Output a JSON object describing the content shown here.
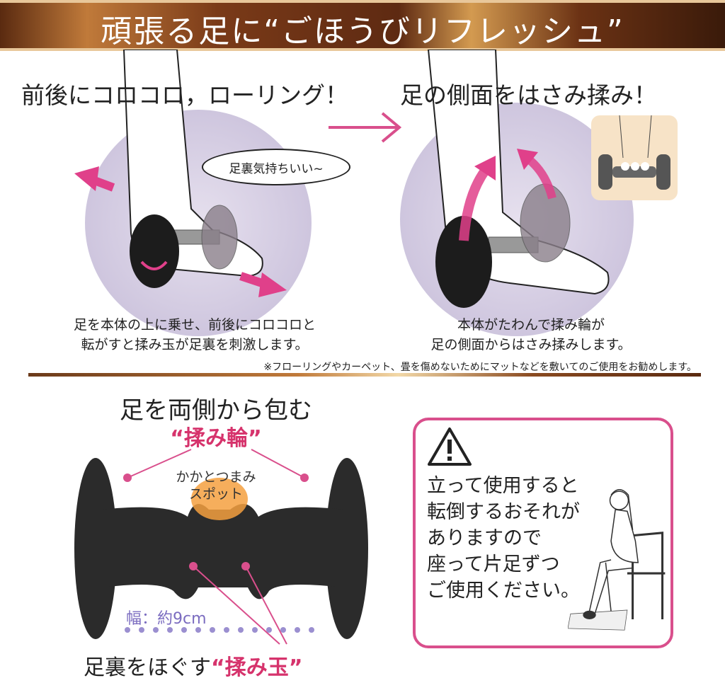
{
  "banner": {
    "title": "頑張る足に“ごほうびリフレッシュ”"
  },
  "left_panel": {
    "headline": "前後にコロコロ，ローリング！",
    "bubble": "足裏気持ちいい~",
    "caption_lines": [
      "足を本体の上に乗せ、前後にコロコロと",
      "転がすと揉み玉が足裏を刺激します。"
    ]
  },
  "right_panel": {
    "headline": "足の側面をはさみ揉み！",
    "caption_lines": [
      "本体がたわんで揉み輪が",
      "足の側面からはさみ揉みします。"
    ]
  },
  "note": "※フローリングやカーペット、畳を傷めないためにマットなどを敷いてのご使用をお勧めします。",
  "product": {
    "title": "足を両側から包む",
    "ring_label": "“揉み輪”",
    "spot_label_lines": [
      "かかとつまみ",
      "スポット"
    ],
    "width_label": "幅：約9cm",
    "ball_label_prefix": "足裏をほぐす",
    "ball_label": "“揉み玉”"
  },
  "warning": {
    "lines": [
      "立って使用すると",
      "転倒するおそれが",
      "ありますので",
      "座って片足ずつ",
      "ご使用ください。"
    ]
  },
  "colors": {
    "accent_pink": "#d6336c",
    "box_border": "#d94f8c",
    "lavender": "#cbc2dc",
    "banner_brown": "#6b3214"
  }
}
